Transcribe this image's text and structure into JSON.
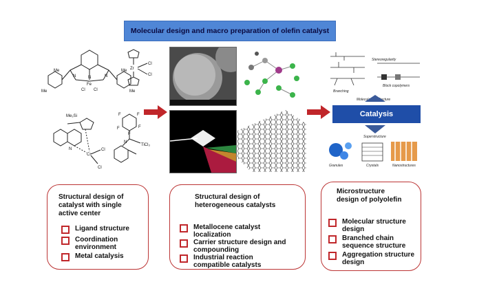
{
  "title": "Molecular design and macro preparation of olefin catalyst",
  "catalysis_label": "Catalysis",
  "left_structures": {
    "s1_labels": [
      "Me",
      "N",
      "N",
      "N",
      "Fe",
      "Cl",
      "Cl",
      "Me",
      "Me",
      "Me"
    ],
    "s2_labels": [
      "Zr",
      "Cl",
      "Cl"
    ],
    "s3_labels": [
      "Me₂Si",
      "N",
      "Cr",
      "Cl",
      "Cl"
    ],
    "s4_labels": [
      "F",
      "F",
      "F",
      "F",
      "F",
      "N",
      "TiCl₃"
    ]
  },
  "right_diagram": {
    "top_labels": [
      "Stereoregularity",
      "Branching",
      "Block copolymers",
      "Molecular architecture"
    ],
    "bottom_labels": [
      "Superstructure",
      "Granules",
      "Crystals",
      "Nanostructures"
    ]
  },
  "boxes": [
    {
      "title": "Structural design of catalyst with single active center",
      "items": [
        "Ligand structure",
        "Coordination environment",
        "Metal catalysis"
      ]
    },
    {
      "title": "Structural design of heterogeneous catalysts",
      "items": [
        "Metallocene catalyst localization",
        "Carrier structure design and compounding",
        "Industrial reaction compatible catalysts"
      ]
    },
    {
      "title": "Microstructure design of polyolefin",
      "items": [
        "Molecular structure design",
        "Branched chain sequence structure",
        "Aggregation structure design"
      ]
    }
  ],
  "colors": {
    "title_bg": "#4f86d6",
    "arrow": "#c0262a",
    "box_border": "#b33333",
    "catalysis_bg": "#1f4ea8"
  }
}
